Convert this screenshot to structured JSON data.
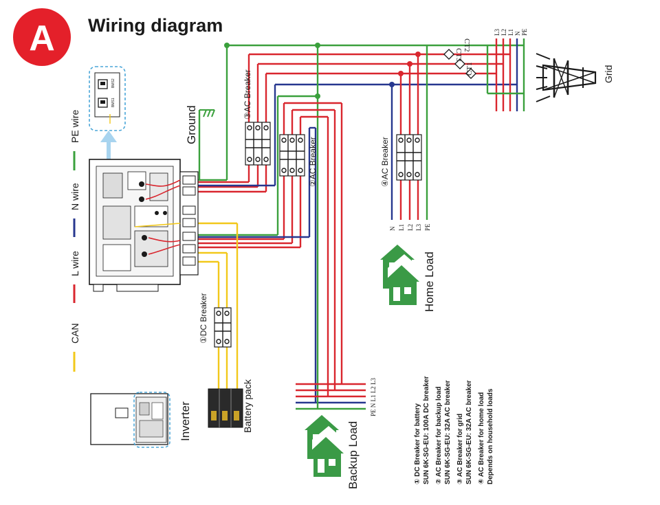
{
  "badge": "A",
  "title": "Wiring diagram",
  "legend": {
    "pe": "PE wire",
    "n": "N wire",
    "l": "L wire",
    "can": "CAN"
  },
  "port_labels": {
    "bms1": "BMS1",
    "bms2": "BMS2"
  },
  "labels": {
    "ground": "Ground",
    "ac_breaker_3": "③AC Breaker",
    "ac_breaker_2": "②AC Breaker",
    "ac_breaker_4": "④AC Breaker",
    "dc_breaker_1": "①DC Breaker",
    "battery_pack": "Battery pack",
    "inverter": "Inverter",
    "backup_load": "Backup Load",
    "home_load": "Home Load",
    "grid": "Grid",
    "ct1": "CT1",
    "ct2": "CT2",
    "ct3": "CT3"
  },
  "grid_terminals": [
    "L3",
    "L2",
    "L1",
    "N",
    "PE"
  ],
  "home_terminals": [
    "N",
    "L1",
    "L2",
    "L3",
    "PE"
  ],
  "backup_terminals": "PE N L1 L2 L3",
  "notes": [
    "① DC Breaker for battery",
    "SUN 6K-SG-EU: 100A DC breaker",
    "② AC Breaker for backup load",
    "SUN 6K-SG-EU: 32A AC breaker",
    "③ AC Breaker for grid",
    "SUN 6K-SG-EU: 32A AC breaker",
    "④ AC Breaker for home load",
    "Depends on household loads"
  ],
  "colors": {
    "red": "#d9262e",
    "green": "#3aa03c",
    "blue": "#27378f",
    "yellow": "#f2c81a",
    "badge": "#e4202a",
    "house": "#3a9a46",
    "callout": "#4aa6d8"
  }
}
